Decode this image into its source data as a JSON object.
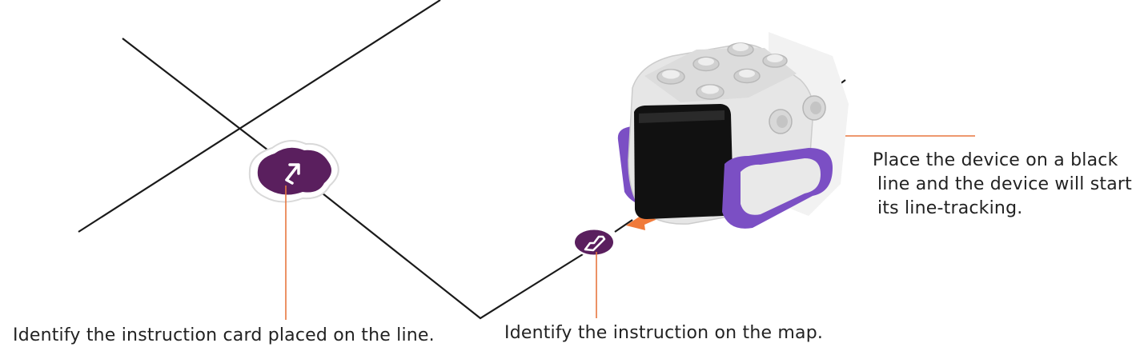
{
  "captions": {
    "card": "Identify the instruction card placed on the line.",
    "map": "Identify the instruction on the map.",
    "device_lines": [
      "Place the device on a black",
      "line and the device will start",
      "its line-tracking."
    ]
  },
  "icons": {
    "card_icon": "turn-arrow-icon",
    "map_icon": "staircase-icon",
    "device": "line-tracking-robot"
  },
  "colors": {
    "line": "#1a1a1a",
    "leader": "#e8773f",
    "purple": "#5a1f5e",
    "track": "#7b4fc4",
    "arrow": "#f07a3a"
  }
}
